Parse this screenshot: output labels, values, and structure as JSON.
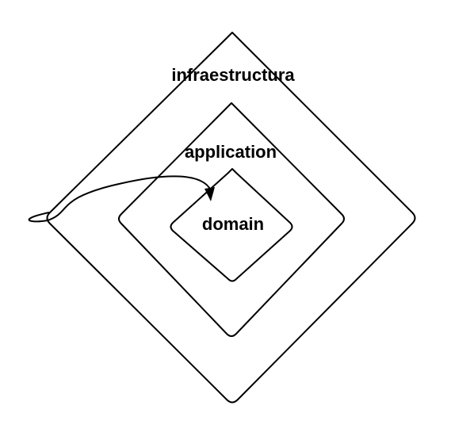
{
  "diagram": {
    "layers": {
      "outer": {
        "label": "infraestructura"
      },
      "middle": {
        "label": "application"
      },
      "inner": {
        "label": "domain"
      }
    },
    "stroke_color": "#000000",
    "background_color": "#ffffff",
    "connector": {
      "from": "infraestructura",
      "to": "domain",
      "head": "arrow"
    }
  }
}
